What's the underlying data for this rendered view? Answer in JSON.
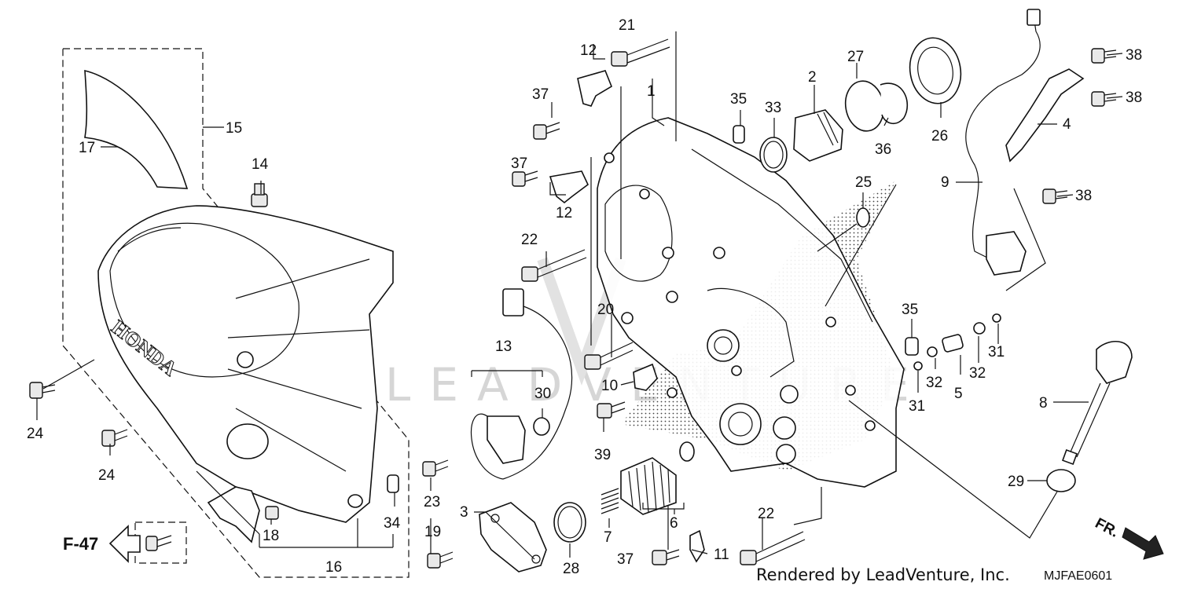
{
  "callouts": [
    {
      "id": "c1",
      "text": "1"
    },
    {
      "id": "c2",
      "text": "2"
    },
    {
      "id": "c3",
      "text": "3"
    },
    {
      "id": "c4",
      "text": "4"
    },
    {
      "id": "c5",
      "text": "5"
    },
    {
      "id": "c6",
      "text": "6"
    },
    {
      "id": "c7",
      "text": "7"
    },
    {
      "id": "c8",
      "text": "8"
    },
    {
      "id": "c9",
      "text": "9"
    },
    {
      "id": "c10",
      "text": "10"
    },
    {
      "id": "c11",
      "text": "11"
    },
    {
      "id": "c12a",
      "text": "12"
    },
    {
      "id": "c12b",
      "text": "12"
    },
    {
      "id": "c13",
      "text": "13"
    },
    {
      "id": "c14",
      "text": "14"
    },
    {
      "id": "c15",
      "text": "15"
    },
    {
      "id": "c16",
      "text": "16"
    },
    {
      "id": "c17",
      "text": "17"
    },
    {
      "id": "c18",
      "text": "18"
    },
    {
      "id": "c19",
      "text": "19"
    },
    {
      "id": "c20",
      "text": "20"
    },
    {
      "id": "c21",
      "text": "21"
    },
    {
      "id": "c22a",
      "text": "22"
    },
    {
      "id": "c22b",
      "text": "22"
    },
    {
      "id": "c23",
      "text": "23"
    },
    {
      "id": "c24a",
      "text": "24"
    },
    {
      "id": "c24b",
      "text": "24"
    },
    {
      "id": "c25",
      "text": "25"
    },
    {
      "id": "c26",
      "text": "26"
    },
    {
      "id": "c27",
      "text": "27"
    },
    {
      "id": "c28",
      "text": "28"
    },
    {
      "id": "c29",
      "text": "29"
    },
    {
      "id": "c30",
      "text": "30"
    },
    {
      "id": "c31a",
      "text": "31"
    },
    {
      "id": "c31b",
      "text": "31"
    },
    {
      "id": "c32a",
      "text": "32"
    },
    {
      "id": "c32b",
      "text": "32"
    },
    {
      "id": "c33",
      "text": "33"
    },
    {
      "id": "c34",
      "text": "34"
    },
    {
      "id": "c35a",
      "text": "35"
    },
    {
      "id": "c35b",
      "text": "35"
    },
    {
      "id": "c36",
      "text": "36"
    },
    {
      "id": "c37a",
      "text": "37"
    },
    {
      "id": "c37b",
      "text": "37"
    },
    {
      "id": "c37c",
      "text": "37"
    },
    {
      "id": "c38a",
      "text": "38"
    },
    {
      "id": "c38b",
      "text": "38"
    },
    {
      "id": "c38c",
      "text": "38"
    },
    {
      "id": "c39",
      "text": "39"
    }
  ],
  "reference": "F-47",
  "direction_label": "FR.",
  "brand_on_cover": "HONDA",
  "watermark": "LEADVENTURE",
  "footer_text": "Rendered by LeadVenture, Inc.",
  "diagram_code": "MJFAE0601",
  "colors": {
    "line": "#111111",
    "watermark": "#d6d6d6",
    "stipple": "#444444"
  }
}
